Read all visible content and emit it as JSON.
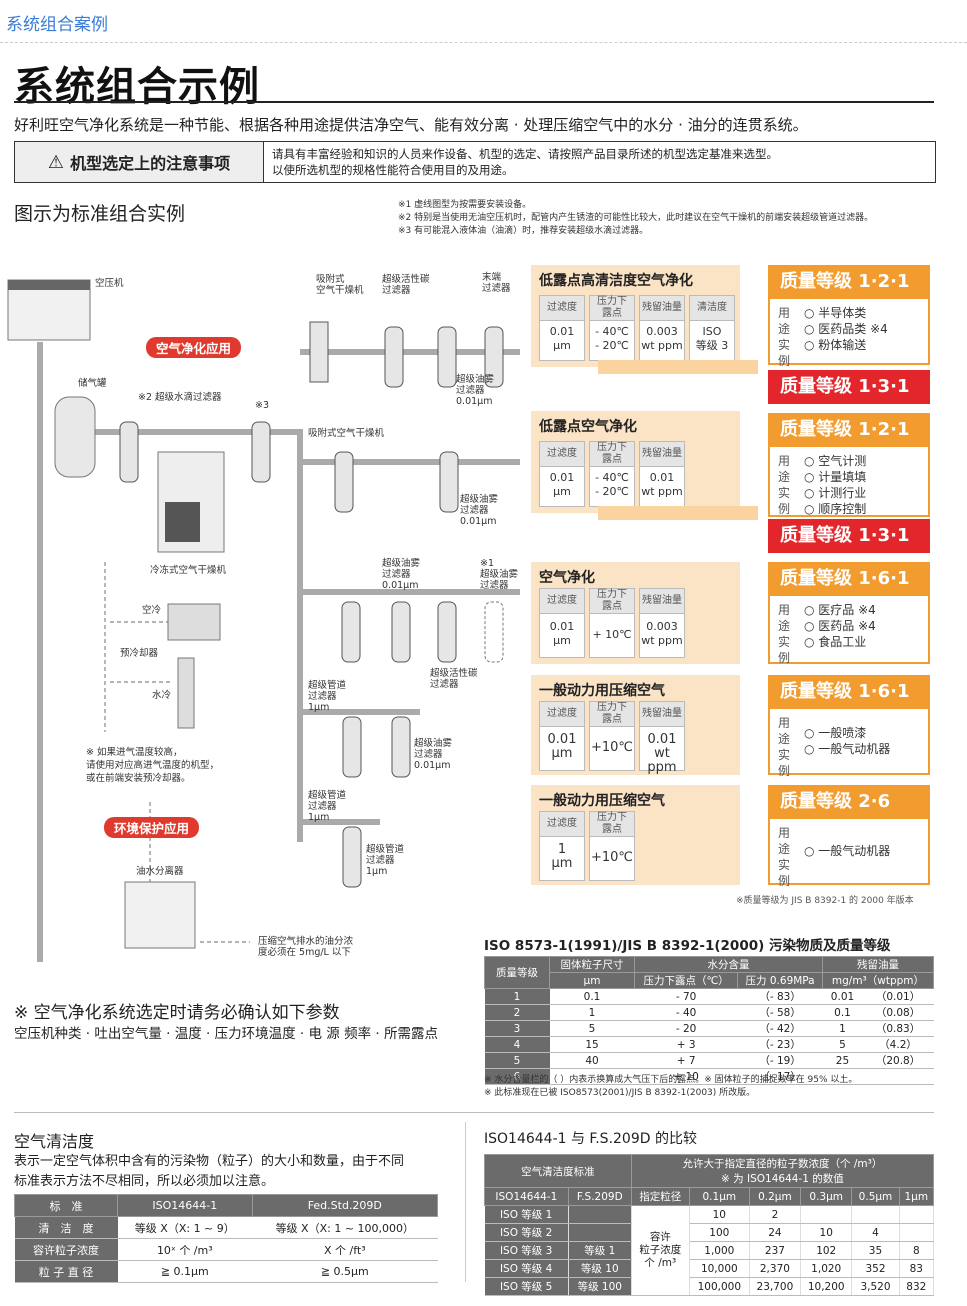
{
  "breadcrumb": "系统组合案例",
  "title": "系统组合示例",
  "intro": "好利旺空气净化系统是一种节能、根据各种用途提供洁净空气、能有效分离 · 处理压缩空气中的水分 · 油分的连贯系统。",
  "notice": {
    "label": "机型选定上的注意事项",
    "line1": "请具有丰富经验和知识的人员来作设备、机型的选定、请按照产品目录所述的机型选定基准来选型。",
    "line2": "以使所选机型的规格性能符合使用目的及用途。"
  },
  "subheading": "图示为标准组合实例",
  "notes": [
    "※1 虚线图型为按需要安装设备。",
    "※2 特别是当使用无油空压机时，配管内产生锈渣的可能性比较大，此时建议在空气干燥机的前端安装超级管道过滤器。",
    "※3 有可能混入液体油（油滴）时，推荐安装超级水滴过滤器。"
  ],
  "diagram_labels": {
    "compressor": "空压机",
    "tank": "储气罐",
    "clean_app": "空气净化应用",
    "env_app": "环境保护应用",
    "water_drop_filter": "※2 超级水滴过滤器",
    "ref3": "※3",
    "fridge_dryer": "冷冻式空气干燥机",
    "air_cool": "空冷",
    "precool": "预冷却器",
    "water_cool": "水冷",
    "temp_note": "※ 如果进气温度较高，\n请使用对应高进气温度的机型，\n或在前端安装预冷却器。",
    "oil_water_sep": "油水分离器",
    "drain_note": "压缩空气排水的油分浓\n度必须在 5mg/L 以下",
    "ads_dryer1": "吸附式\n空气干燥机",
    "active_carbon1": "超级活性碳\n过滤器",
    "end_filter": "末端\n过滤器",
    "oil_mist1": "超级油雾\n过滤器\n0.01μm",
    "ads_dryer2": "吸附式空气干燥机",
    "oil_mist2": "超级油雾\n过滤器\n0.01μm",
    "oil_mist3": "超级油雾\n过滤器\n0.01μm",
    "ref1_oil_mist": "※1\n超级油雾\n过滤器",
    "active_carbon2": "超级活性碳\n过滤器",
    "pipe_filter1": "超级管道\n过滤器\n1μm",
    "oil_mist4": "超级油雾\n过滤器\n0.01μm",
    "pipe_filter2": "超级管道\n过滤器\n1μm",
    "pipe_filter3": "超级管道\n过滤器\n1μm"
  },
  "panels": [
    {
      "title": "低露点高清洁度空气净化",
      "cells": [
        {
          "h": "过滤度",
          "v": "0.01\nμm"
        },
        {
          "h": "压力下\n露点",
          "v": "- 40℃\n- 20℃"
        },
        {
          "h": "残留油量",
          "v": "0.003\nwt ppm"
        },
        {
          "h": "清洁度",
          "v": "ISO\n等级 3"
        }
      ],
      "grade_a": "质量等级 1·2·1",
      "use_label": "用途实例",
      "uses": [
        "○ 半导体类",
        "○ 医药品类 ※4",
        "○ 粉体输送"
      ],
      "grade_b": "质量等级 1·3·1"
    },
    {
      "title": "低露点空气净化",
      "cells": [
        {
          "h": "过滤度",
          "v": "0.01\nμm"
        },
        {
          "h": "压力下\n露点",
          "v": "- 40℃\n- 20℃"
        },
        {
          "h": "残留油量",
          "v": "0.01\nwt ppm"
        }
      ],
      "grade_a": "质量等级 1·2·1",
      "use_label": "用途实例",
      "uses": [
        "○ 空气计测",
        "○ 计量填填",
        "○ 计测行业",
        "○ 顺序控制"
      ],
      "grade_b": "质量等级 1·3·1"
    },
    {
      "title": "空气净化",
      "cells": [
        {
          "h": "过滤度",
          "v": "0.01\nμm"
        },
        {
          "h": "压力下\n露点",
          "v": "+ 10℃"
        },
        {
          "h": "残留油量",
          "v": "0.003\nwt ppm"
        }
      ],
      "grade_a": "质量等级 1·6·1",
      "use_label": "用途实例",
      "uses": [
        "○ 医疗品 ※4",
        "○ 医药品 ※4",
        "○ 食品工业"
      ]
    },
    {
      "title": "一般动力用压缩空气",
      "cells": [
        {
          "h": "过滤度",
          "v": "0.01\nμm"
        },
        {
          "h": "压力下\n露点",
          "v": "+10℃"
        },
        {
          "h": "残留油量",
          "v": "0.01\nwt ppm"
        }
      ],
      "grade_a": "质量等级 1·6·1",
      "use_label": "用途实例",
      "uses": [
        "○ 一般喷漆",
        "○ 一般气动机器"
      ]
    },
    {
      "title": "一般动力用压缩空气",
      "cells": [
        {
          "h": "过滤度",
          "v": "1\nμm"
        },
        {
          "h": "压力下\n露点",
          "v": "+10℃"
        }
      ],
      "grade_a": "质量等级 2·6",
      "use_label": "用途实例",
      "uses": [
        "○ 一般气动机器"
      ]
    }
  ],
  "jis_note": "※质量等级为 JIS B 8392-1 的 2000 年版本",
  "iso8573": {
    "title": "ISO 8573-1(1991)/JIS B 8392-1(2000) 污染物质及质量等级",
    "h_grade": "质量等级",
    "h_particle": "固体粒子尺寸",
    "h_water": "水分含量",
    "h_oil": "残留油量",
    "h_um": "μm",
    "h_dew": "压力下露点（℃）",
    "h_069": "压力 0.69MPa",
    "h_mg": "mg/m³（wtppm）",
    "rows": [
      [
        "1",
        "0.1",
        "- 70",
        "（- 83）",
        "0.01",
        "（0.01）"
      ],
      [
        "2",
        "1",
        "- 40",
        "（- 58）",
        "0.1",
        "（0.08）"
      ],
      [
        "3",
        "5",
        "- 20",
        "（- 42）",
        "1",
        "（0.83）"
      ],
      [
        "4",
        "15",
        "+ 3",
        "（- 23）",
        "5",
        "（4.2）"
      ],
      [
        "5",
        "40",
        "+ 7",
        "（- 19）",
        "25",
        "（20.8）"
      ],
      [
        "6",
        "-",
        "+ 10",
        "（- 17）",
        "-",
        ""
      ]
    ],
    "note1": "※ 水分含量栏的（ ）内表示换算成大气压下后的露点。※ 固体粒子的捕捉效率在 95% 以上。",
    "note2": "※ 此标准现在已被 ISO8573(2001)/JIS B 8392-1(2003) 所改版。"
  },
  "params": {
    "title": "※ 空气净化系统选定时请务必确认如下参数",
    "body": "空压机种类 · 吐出空气量 · 温度 · 压力环境温度 · 电 源 频率 · 所需露点"
  },
  "cleanliness": {
    "title": "空气清洁度",
    "body1": "表示一定空气体积中含有的污染物（粒子）的大小和数量，由于不同",
    "body2": "标准表示方法不尽相同，所以必须加以注意。",
    "headers": [
      "标　准",
      "ISO14644-1",
      "Fed.Std.209D"
    ],
    "rows": [
      [
        "清　洁　度",
        "等级 X（X: 1 ~ 9）",
        "等级 X（X: 1 ~ 100,000）"
      ],
      [
        "容许粒子浓度",
        "10ˣ 个 /m³",
        "X 个 /ft³"
      ],
      [
        "粒 子 直 径",
        "≧ 0.1μm",
        "≧ 0.5μm"
      ]
    ]
  },
  "compare": {
    "title": "ISO14644-1 与 F.S.209D 的比较",
    "h_std": "空气清洁度标准",
    "h_allow": "允许大于指定直径的粒子数浓度（个 /m³）",
    "h_allow2": "※ 为 ISO14644-1 的数值",
    "cols": [
      "ISO14644-1",
      "F.S.209D",
      "指定粒径",
      "0.1μm",
      "0.2μm",
      "0.3μm",
      "0.5μm",
      "1μm"
    ],
    "conc_label": "容许\n粒子浓度\n个 /m³",
    "rows": [
      [
        "ISO 等级 1",
        "",
        "10",
        "2",
        "",
        "",
        ""
      ],
      [
        "ISO 等级 2",
        "",
        "100",
        "24",
        "10",
        "4",
        ""
      ],
      [
        "ISO 等级 3",
        "等级 1",
        "1,000",
        "237",
        "102",
        "35",
        "8"
      ],
      [
        "ISO 等级 4",
        "等级 10",
        "10,000",
        "2,370",
        "1,020",
        "352",
        "83"
      ],
      [
        "ISO 等级 5",
        "等级 100",
        "100,000",
        "23,700",
        "10,200",
        "3,520",
        "832"
      ]
    ]
  }
}
